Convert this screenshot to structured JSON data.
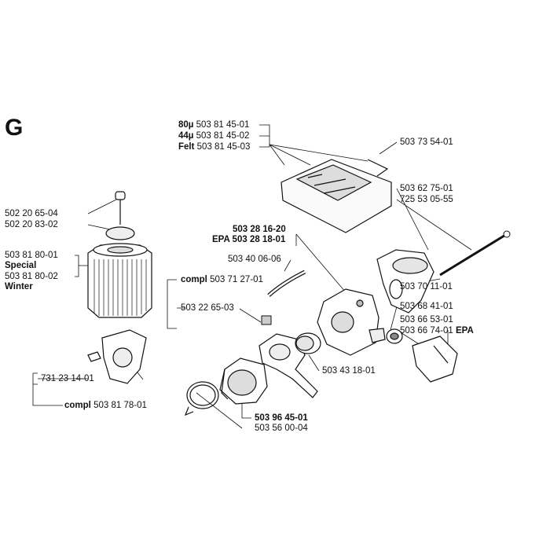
{
  "section_letter": "G",
  "air_filter_cover": {
    "options": [
      {
        "prefix": "80µ",
        "part": "503 81 45-01"
      },
      {
        "prefix": "44µ",
        "part": "503 81 45-02"
      },
      {
        "prefix": "Felt",
        "part": "503 81 45-03"
      }
    ],
    "cover_part": "503 73 54-01"
  },
  "filter_knob": {
    "part_a": "502 20 65-04",
    "part_b": "502 20 83-02"
  },
  "air_filter": {
    "part_standard": "503 81 80-01",
    "special_label": "Special",
    "part_winter": "503 81 80-02",
    "winter_label": "Winter"
  },
  "bracket": {
    "part": "731 23 14-01",
    "compl_label": "compl",
    "compl_part": "503 81 78-01"
  },
  "carburetor": {
    "part": "503 28 16-20",
    "epa_part": "EPA 503 28 18-01"
  },
  "fuel_hose": {
    "part": "503 40 06-06"
  },
  "intake_kit": {
    "compl_label": "compl",
    "compl_part": "503 71 27-01",
    "gasket": "503 22 65-03"
  },
  "carb_spacer": {
    "part": "503 43 18-01"
  },
  "intake_bold": {
    "part": "503 96 45-01"
  },
  "clamp": {
    "part": "503 56 00-04"
  },
  "cyl_housing": {
    "part_a": "503 62 75-01",
    "part_b": "725 53 05-55"
  },
  "long_screw": {
    "part": "503 70 11-01"
  },
  "grommet": {
    "part": "503 68 41-01"
  },
  "choke_rod": {
    "part_a": "503 66 53-01",
    "part_b": "503 66 74-01",
    "epa_suffix": "EPA"
  }
}
